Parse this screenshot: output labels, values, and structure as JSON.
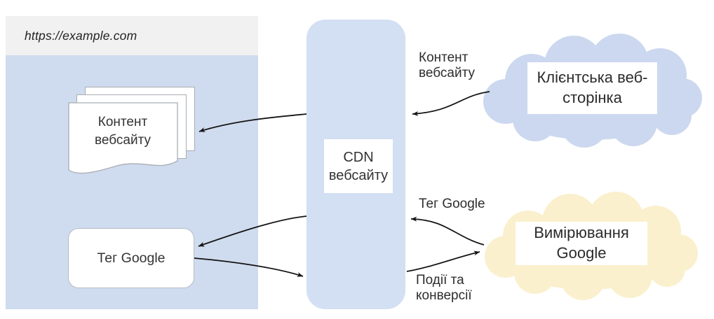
{
  "browser": {
    "url": "https://example.com"
  },
  "nodes": {
    "website_content": "Контент\nвебсайту",
    "google_tag": "Тег Google",
    "cdn": "CDN\nвебсайту",
    "client_web_page": "Клієнтська веб-\nсторінка",
    "google_measurement": "Вимірювання\nGoogle"
  },
  "edges": {
    "content_label": "Контент\nвебсайту",
    "tag_label": "Тег Google",
    "events_label": "Події та\nконверсії"
  },
  "colors": {
    "browser_titlebar": "#f1f1f1",
    "browser_body": "#cfdbee",
    "cdn_fill": "#d3dff2",
    "client_cloud_fill": "#cbd8ef",
    "measurement_cloud_fill": "#faf0cd",
    "arrow": "#141414",
    "text": "#2e2e2e"
  }
}
